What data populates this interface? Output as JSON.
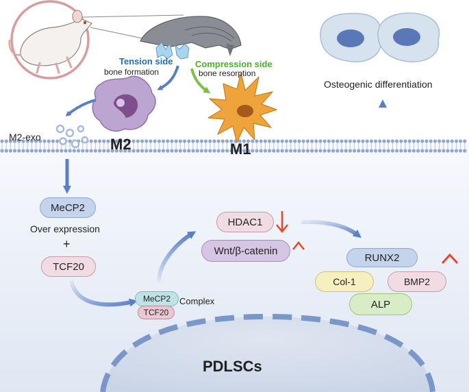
{
  "labels": {
    "tension_side": "Tension side",
    "bone_formation": "bone formation",
    "compression_side": "Compression side",
    "bone_resorption": "bone resorption",
    "m2": "M2",
    "m1": "M1",
    "m2_exo": "M2-exo",
    "osteogenic": "Osteogenic differentiation",
    "mecp2": "MeCP2",
    "over_expression": "Over expression",
    "plus": "+",
    "tcf20": "TCF20",
    "complex_mecp2": "MeCP2",
    "complex_tcf20": "TCF20",
    "complex": "Complex",
    "hdac1": "HDAC1",
    "wnt": "Wnt/β-catenin",
    "runx2": "RUNX2",
    "col1": "Col-1",
    "bmp2": "BMP2",
    "alp": "ALP",
    "pdlscs": "PDLSCs"
  },
  "colors": {
    "tension_text": "#1f6fb5",
    "compression_text": "#4caf2a",
    "arrow_blue": "#5b7fc7",
    "up_arrow_red": "#e8452c",
    "m2_cell": "#b9a0cc",
    "m1_cell": "#e8a23a",
    "pill_blue": "#c4d4ec",
    "pill_pink": "#f2dce3",
    "pill_purple": "#d6c6e4",
    "pill_yellow": "#f6efc0",
    "pill_green": "#d9ecc8",
    "pill_teal": "#bfe3e5",
    "pill_mauve": "#e9c8d2"
  },
  "icons": [
    "rat-icon",
    "jaw-icon",
    "tooth-icon",
    "m2-macrophage-icon",
    "m1-macrophage-icon",
    "exosome-vesicle-icon",
    "osteoblast-cells-icon",
    "cell-membrane-icon",
    "nucleus-icon",
    "down-arrow-icon",
    "up-arrow-icon"
  ]
}
